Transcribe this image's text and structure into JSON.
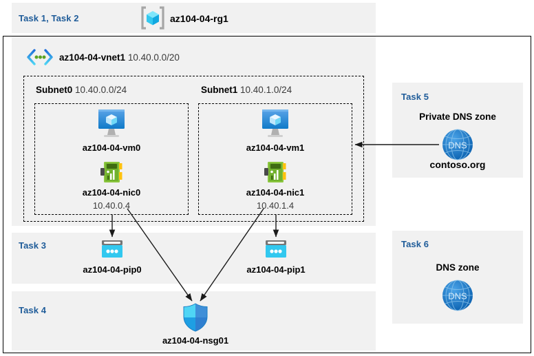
{
  "header": {
    "task_label": "Task 1, Task 2",
    "resource_group": "az104-04-rg1",
    "rg_icon": "resource-group-icon"
  },
  "vnet": {
    "name": "az104-04-vnet1",
    "cidr": "10.40.0.0/20",
    "icon": "virtual-network-icon"
  },
  "subnets": [
    {
      "name": "Subnet0",
      "cidr": "10.40.0.0/24",
      "vm": {
        "name": "az104-04-vm0",
        "icon": "virtual-machine-icon"
      },
      "nic": {
        "name": "az104-04-nic0",
        "ip": "10.40.0.4",
        "icon": "network-interface-icon"
      }
    },
    {
      "name": "Subnet1",
      "cidr": "10.40.1.0/24",
      "vm": {
        "name": "az104-04-vm1",
        "icon": "virtual-machine-icon"
      },
      "nic": {
        "name": "az104-04-nic1",
        "ip": "10.40.1.4",
        "icon": "network-interface-icon"
      }
    }
  ],
  "task3": {
    "task_label": "Task 3",
    "pips": [
      {
        "name": "az104-04-pip0",
        "icon": "public-ip-address-icon"
      },
      {
        "name": "az104-04-pip1",
        "icon": "public-ip-address-icon"
      }
    ]
  },
  "task4": {
    "task_label": "Task 4",
    "nsg": {
      "name": "az104-04-nsg01",
      "icon": "network-security-group-shield-icon"
    }
  },
  "task5": {
    "task_label": "Task 5",
    "title": "Private DNS zone",
    "zone_name": "contoso.org",
    "icon": "dns-globe-icon"
  },
  "task6": {
    "task_label": "Task 6",
    "title": "DNS zone",
    "icon": "dns-globe-icon"
  },
  "colors": {
    "task_label": "#1f5c99",
    "panel_bg": "#f1f1f1",
    "dns_blue": "#1d7fd4",
    "pip_cyan": "#32c8ef",
    "nic_green": "#7ab648",
    "vm_blue": "#2f87d8",
    "rg_cube": "#4fd5f5",
    "border": "#000000"
  }
}
